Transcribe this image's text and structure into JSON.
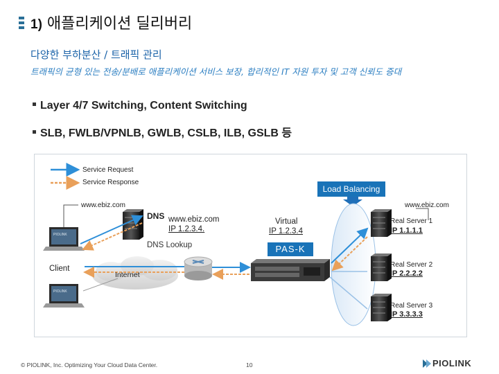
{
  "header": {
    "title_num": "1)",
    "title_text": "애플리케이션 딜리버리",
    "subtitle": "다양한 부하분산 / 트래픽 관리",
    "description": "트래픽의 균형 있는 전송/분배로 애플리케이션 서비스 보장, 합리적인 IT 자원 투자 및 고객 신뢰도 증대"
  },
  "bullets": [
    "Layer 4/7 Switching, Content Switching",
    "SLB, FWLB/VPNLB, GWLB, CSLB, ILB, GSLB 등"
  ],
  "diagram": {
    "legend": [
      {
        "label": "Service Request",
        "color": "#2e8fd8"
      },
      {
        "label": "Service Response",
        "color": "#e9a05a"
      }
    ],
    "load_balancing": "Load Balancing",
    "client_url": "www.ebiz.com",
    "server_url": "www.ebiz.com",
    "dns_label": "DNS",
    "dns_record_host": "www.ebiz.com",
    "dns_record_ip": "IP 1.2.3.4.",
    "dns_lookup": "DNS Lookup",
    "virtual_label": "Virtual",
    "virtual_ip": "IP 1.2.3.4",
    "pas_k": "PAS-K",
    "client_label": "Client",
    "internet_label": "Internet",
    "servers": [
      {
        "name": "Real Server 1",
        "ip": "IP 1.1.1.1"
      },
      {
        "name": "Real Server 2",
        "ip": "IP 2.2.2.2"
      },
      {
        "name": "Real Server 3",
        "ip": "IP 3.3.3.3"
      }
    ],
    "laptop_brand": "PIOLINK"
  },
  "footer": {
    "copyright": "© PIOLINK, Inc. Optimizing Your Cloud Data Center.",
    "page_number": "10",
    "logo_text": "PIOLINK"
  },
  "colors": {
    "accent": "#1973b8",
    "request_arrow": "#2e8fd8",
    "response_arrow": "#e9a05a",
    "subtitle": "#1a62a8",
    "description": "#2d7fc2"
  }
}
